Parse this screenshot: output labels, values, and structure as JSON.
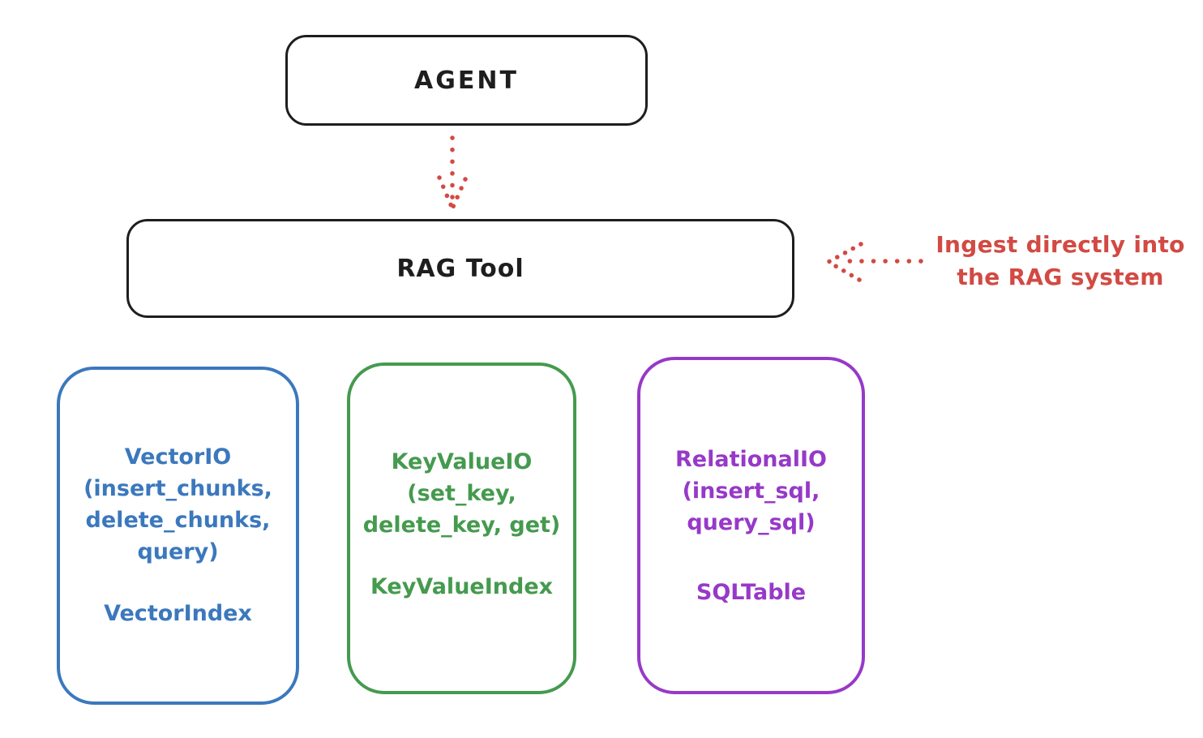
{
  "diagram": {
    "agent": {
      "label": "AGENT"
    },
    "rag_tool": {
      "label": "RAG Tool"
    },
    "annotation": {
      "line1": "Ingest directly into",
      "line2": "the RAG system"
    },
    "io_boxes": [
      {
        "name": "vector",
        "color": "#3b78bd",
        "lines": [
          "VectorIO",
          "(insert_chunks,",
          "delete_chunks,",
          "query)"
        ],
        "index_label": "VectorIndex"
      },
      {
        "name": "keyvalue",
        "color": "#459a4e",
        "lines": [
          "KeyValueIO",
          "(set_key,",
          "delete_key, get)"
        ],
        "index_label": "KeyValueIndex"
      },
      {
        "name": "relational",
        "color": "#9739c8",
        "lines": [
          "RelationalIO",
          "(insert_sql,",
          "query_sql)"
        ],
        "index_label": "SQLTable"
      }
    ],
    "colors": {
      "stroke": "#1e1e1e",
      "accent_red": "#d24a43"
    }
  }
}
